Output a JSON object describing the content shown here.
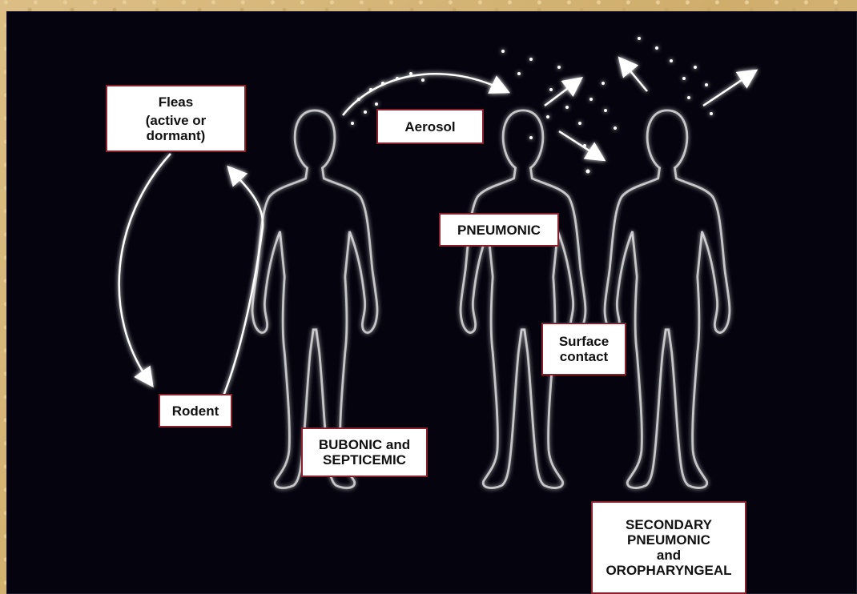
{
  "diagram": {
    "labels": {
      "fleas_title": "Fleas",
      "fleas_sub": "(active or\ndormant)",
      "rodent": "Rodent",
      "aerosol": "Aerosol",
      "pneumonic": "PNEUMONIC",
      "surface_contact": "Surface\ncontact",
      "bubonic": "BUBONIC and\nSEPTICEMIC",
      "secondary": "SECONDARY\nPNEUMONIC\nand\nOROPHARYNGEAL"
    },
    "colors": {
      "background": "#05040e",
      "outline": "#ffffff",
      "glow": "#5a4dff",
      "label_border": "#8a1f2e"
    }
  }
}
